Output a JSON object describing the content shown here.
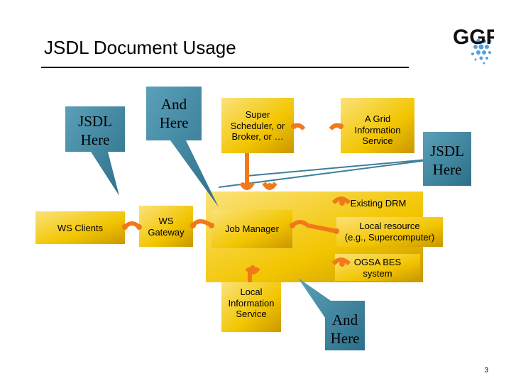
{
  "title": "JSDL Document Usage",
  "page_number": "3",
  "callouts": {
    "jsdl_here_left": [
      "JSDL",
      "Here"
    ],
    "and_here_top": [
      "And",
      "Here"
    ],
    "jsdl_here_right": [
      "JSDL",
      "Here"
    ],
    "and_here_bottom": [
      "And",
      "Here"
    ]
  },
  "components": {
    "super_scheduler": [
      "Super",
      "Scheduler, or",
      "Broker, or …"
    ],
    "grid_info": [
      "A Grid",
      "Information",
      "Service"
    ],
    "existing_drm": "Existing DRM",
    "ws_clients": "WS Clients",
    "ws_gateway": [
      "WS",
      "Gateway"
    ],
    "job_manager": "Job Manager",
    "local_resource": [
      "Local resource",
      "(e.g., Supercomputer)"
    ],
    "ogsa_bes": [
      "OGSA BES",
      "system"
    ],
    "local_info": [
      "Local",
      "Information",
      "Service"
    ]
  },
  "colors": {
    "gold": "#f2c500",
    "gold_dark": "#c99700",
    "orange": "#f07a1a",
    "callout": "#3d7f9a"
  },
  "logo": {
    "text": "GGF",
    "icon": "ggf-logo-icon"
  }
}
